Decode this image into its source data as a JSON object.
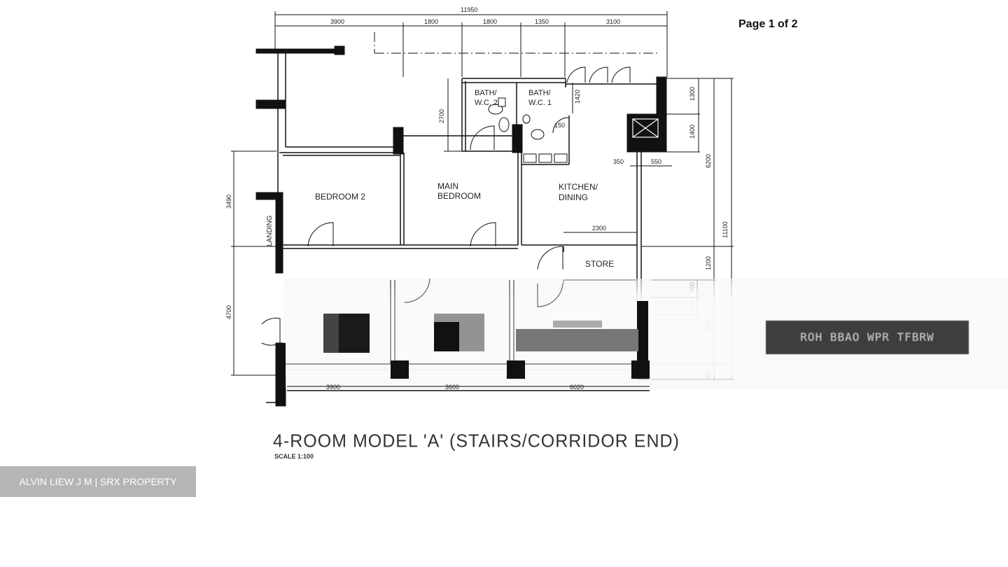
{
  "page_label": "Page 1 of 2",
  "title": "4-ROOM MODEL 'A' (STAIRS/CORRIDOR END)",
  "scale": "SCALE 1:100",
  "watermark": "ALVIN LIEW J M | SRX PROPERTY",
  "rooms": {
    "bath2_a": "BATH/",
    "bath2_b": "W.C. 2",
    "bath1_a": "BATH/",
    "bath1_b": "W.C. 1",
    "bedroom2": "BEDROOM 2",
    "main_bedroom_a": "MAIN",
    "main_bedroom_b": "BEDROOM",
    "kitchen_a": "KITCHEN/",
    "kitchen_b": "DINING",
    "store": "STORE",
    "landing": "LANDING"
  },
  "dimensions": {
    "top_total": "11950",
    "top_1": "3900",
    "top_2": "1800",
    "top_3": "1800",
    "top_4": "1350",
    "top_5": "3100",
    "bath_h": "2700",
    "bath_w": "1420",
    "bath_small": "150",
    "right_1300": "1300",
    "right_1400": "1400",
    "right_6200": "6200",
    "right_11100": "11100",
    "right_1200": "1200",
    "right_3200": "3200",
    "right_600": "600",
    "right_700": "700",
    "right_500": "500",
    "kitchen_350": "350",
    "kitchen_550": "550",
    "store_2300": "2300",
    "left_3490": "3490",
    "left_4700": "4700",
    "bottom_1": "3900",
    "bottom_2": "3600",
    "bottom_3": "6020"
  },
  "redacted_label": "ROH BBAO WPR TFBRW",
  "colors": {
    "ink": "#111111",
    "watermark_bg": "#b5b5b5"
  }
}
